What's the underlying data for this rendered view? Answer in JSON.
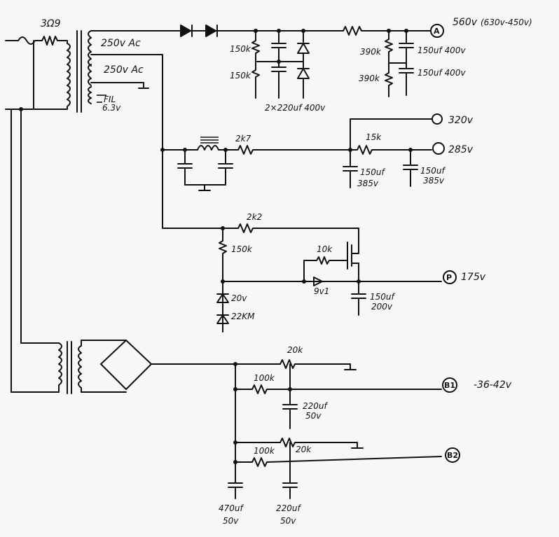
{
  "input": {
    "fuse_resistor": "3Ω9"
  },
  "transformer": {
    "sec1": "250v Ac",
    "sec2": "250v Ac",
    "fil": "FIL",
    "fil_v": "6.3v"
  },
  "hv": {
    "r1": "150k",
    "r2": "150k",
    "caps": "2×220uf 400v",
    "r3": "390k",
    "r4": "390k",
    "c1": "150uf 400v",
    "c2": "150uf 400v",
    "node": "A",
    "volt": "560v",
    "note": "(630v-450v)"
  },
  "mid": {
    "r_choke": "2k7",
    "r_15k": "15k",
    "c1": "150uf",
    "c1v": "385v",
    "c2": "150uf",
    "c2v": "385v",
    "v320": "320v",
    "v285": "285v"
  },
  "reg": {
    "r_2k2": "2k2",
    "r_150k": "150k",
    "r_10k": "10k",
    "z1": "20v",
    "z2": "22KM",
    "zd": "9v1",
    "cap": "150uf",
    "capv": "200v",
    "node": "P",
    "volt": "175v"
  },
  "bias": {
    "pot1": "20k",
    "r1": "100k",
    "c1": "220uf",
    "c1v": "50v",
    "node1": "B1",
    "volt1": "-36-42v",
    "pot2": "20k",
    "r2": "100k",
    "node2": "B2",
    "c_main": "470uf",
    "c_main_v": "50v",
    "c_b2": "220uf",
    "c_b2_v": "50v"
  }
}
